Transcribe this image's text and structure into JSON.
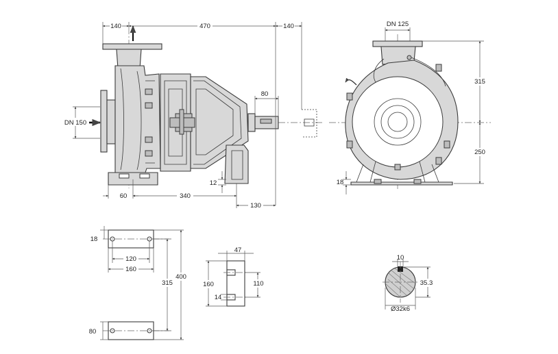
{
  "labels": {
    "fv_140_left": "140",
    "fv_470": "470",
    "fv_140_right": "140",
    "fv_dn150": "DN 150",
    "fv_80": "80",
    "fv_12": "12",
    "fv_60": "60",
    "fv_340": "340",
    "fv_130": "130",
    "sv_dn125": "DN 125",
    "sv_315": "315",
    "sv_250": "250",
    "sv_18": "18",
    "bp_18": "18",
    "bp_120": "120",
    "bp_160": "160",
    "bp_315": "315",
    "bp_400": "400",
    "bp_80": "80",
    "ft_47": "47",
    "ft_160": "160",
    "ft_110": "110",
    "ft_14": "14",
    "sh_10": "10",
    "sh_353": "35.3",
    "sh_dia": "Ø32k6"
  }
}
